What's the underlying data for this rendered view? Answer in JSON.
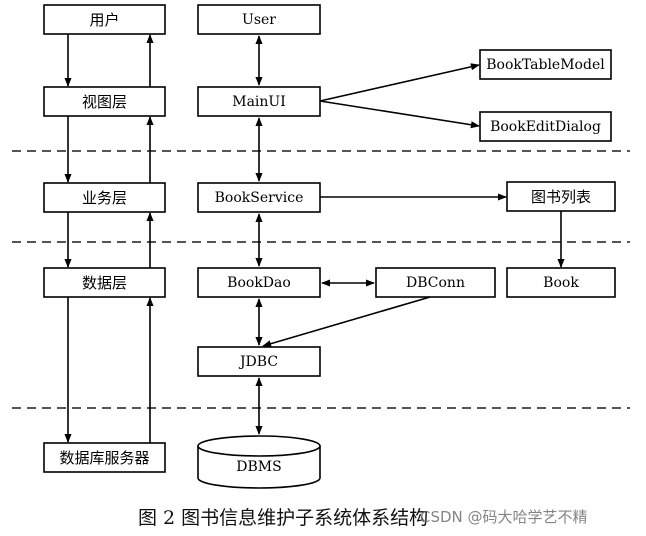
{
  "left_column": {
    "user": "用户",
    "view_layer": "视图层",
    "business_layer": "业务层",
    "data_layer": "数据层",
    "db_server": "数据库服务器"
  },
  "components": {
    "user": "User",
    "main_ui": "MainUI",
    "book_table_model": "BookTableModel",
    "book_edit_dialog": "BookEditDialog",
    "book_service": "BookService",
    "book_list": "图书列表",
    "book_dao": "BookDao",
    "db_conn": "DBConn",
    "book": "Book",
    "jdbc": "JDBC",
    "dbms": "DBMS"
  },
  "caption": "图 2  图书信息维护子系统体系结构",
  "watermark": "CSDN @码大哈学艺不精"
}
